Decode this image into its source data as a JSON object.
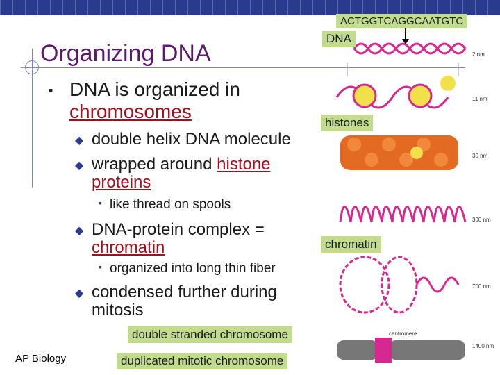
{
  "title": "Organizing DNA",
  "bullets": {
    "main_prefix": "DNA is organized in",
    "main_term": "chromosomes",
    "sub1": "double helix DNA molecule",
    "sub2_prefix": "wrapped around ",
    "sub2_term": "histone",
    "sub2_term2": "proteins",
    "sub2_detail": "like thread on spools",
    "sub3_prefix": "DNA-protein complex =",
    "sub3_term": "chromatin",
    "sub3_detail": "organized into long thin fiber",
    "sub4_line1": "condensed further during",
    "sub4_line2": "mitosis"
  },
  "diagram_labels": {
    "sequence": "ACTGGTCAGGCAATGTC",
    "dna": "DNA",
    "histones": "histones",
    "chromatin": "chromatin",
    "double": "double stranded chromosome",
    "duplicated": "duplicated mitotic chromosome",
    "centromere": "centromere"
  },
  "scale_labels": [
    "2 nm",
    "11 nm",
    "30 nm",
    "300 nm",
    "700 nm",
    "1400 nm"
  ],
  "footer": "AP Biology",
  "colors": {
    "header_bar": "#2a3a8c",
    "title": "#5b1a6e",
    "term_red": "#a40f1e",
    "label_bg": "#c2dc8e",
    "dna_pink": "#d6288f",
    "histone_yellow": "#f2e04a",
    "fiber_orange": "#e26a22"
  }
}
